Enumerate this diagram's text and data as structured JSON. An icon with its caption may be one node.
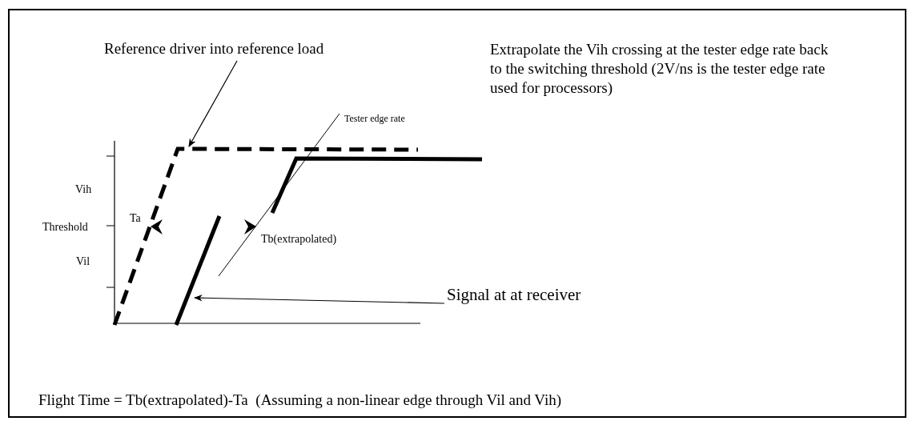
{
  "diagram": {
    "caption": "Flight Time = Tb(extrapolated)-Ta  (Assuming a non-linear edge through Vil and Vih)",
    "nodes": [
      {
        "text": [
          "Reference driver into reference load"
        ]
      },
      {
        "text": [],
        "shape": "line"
      },
      {
        "text": [
          "Signal at at receiver"
        ]
      },
      {
        "text": [],
        "shape": "line"
      }
    ],
    "edges": [
      {
        "from": 0,
        "to": 1,
        "arrow": "to"
      },
      {
        "from": 2,
        "to": 3,
        "arrow": "to"
      }
    ],
    "labels": [
      "Extrapolate the Vih crossing at the tester edge rate back to the switching threshold (2V/ns is the tester edge rate used for processors)",
      "Tester edge rate",
      "Vih",
      "Threshold",
      "Ta",
      "Tb(extrapolated)",
      "Vil"
    ]
  }
}
